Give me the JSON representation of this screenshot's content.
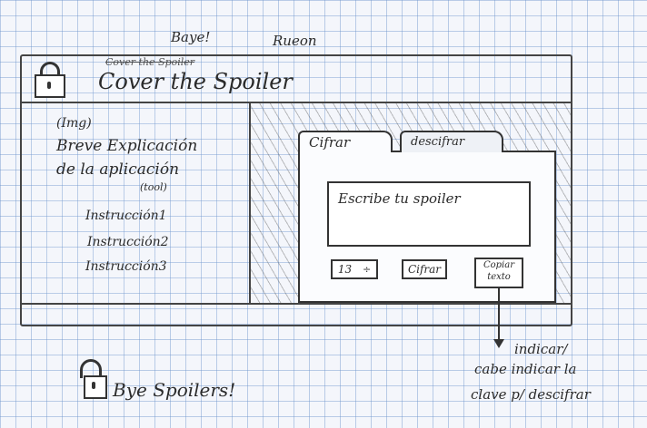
{
  "annotations": {
    "top_note_1": "Baye!",
    "top_note_2": "Rueon",
    "scribble": "Cover the Spoiler",
    "bottom_right": [
      "indicar/",
      "cabe indicar la",
      "clave p/ descifrar"
    ]
  },
  "header": {
    "title": "Cover the Spoiler"
  },
  "left_panel": {
    "logo_label": "(Img)",
    "description": "Breve Explicación de la aplicación",
    "description_note": "(tool)",
    "instructions": [
      "Instrucción1",
      "Instrucción2",
      "Instrucción3"
    ]
  },
  "tabs": [
    {
      "label": "Cifrar"
    },
    {
      "label": "descifrar"
    }
  ],
  "spoiler_input": {
    "placeholder": "Escribe tu spoiler"
  },
  "controls": {
    "key_value": "13",
    "stepper_symbol": "÷",
    "encrypt_button": "Cifrar",
    "copy_button": "Copiar texto"
  },
  "footer": {
    "title": "Bye Spoilers!"
  },
  "colors": {
    "ink": "#2b2b2b",
    "grid": "#6e96cd",
    "paper": "#f4f6fb"
  }
}
